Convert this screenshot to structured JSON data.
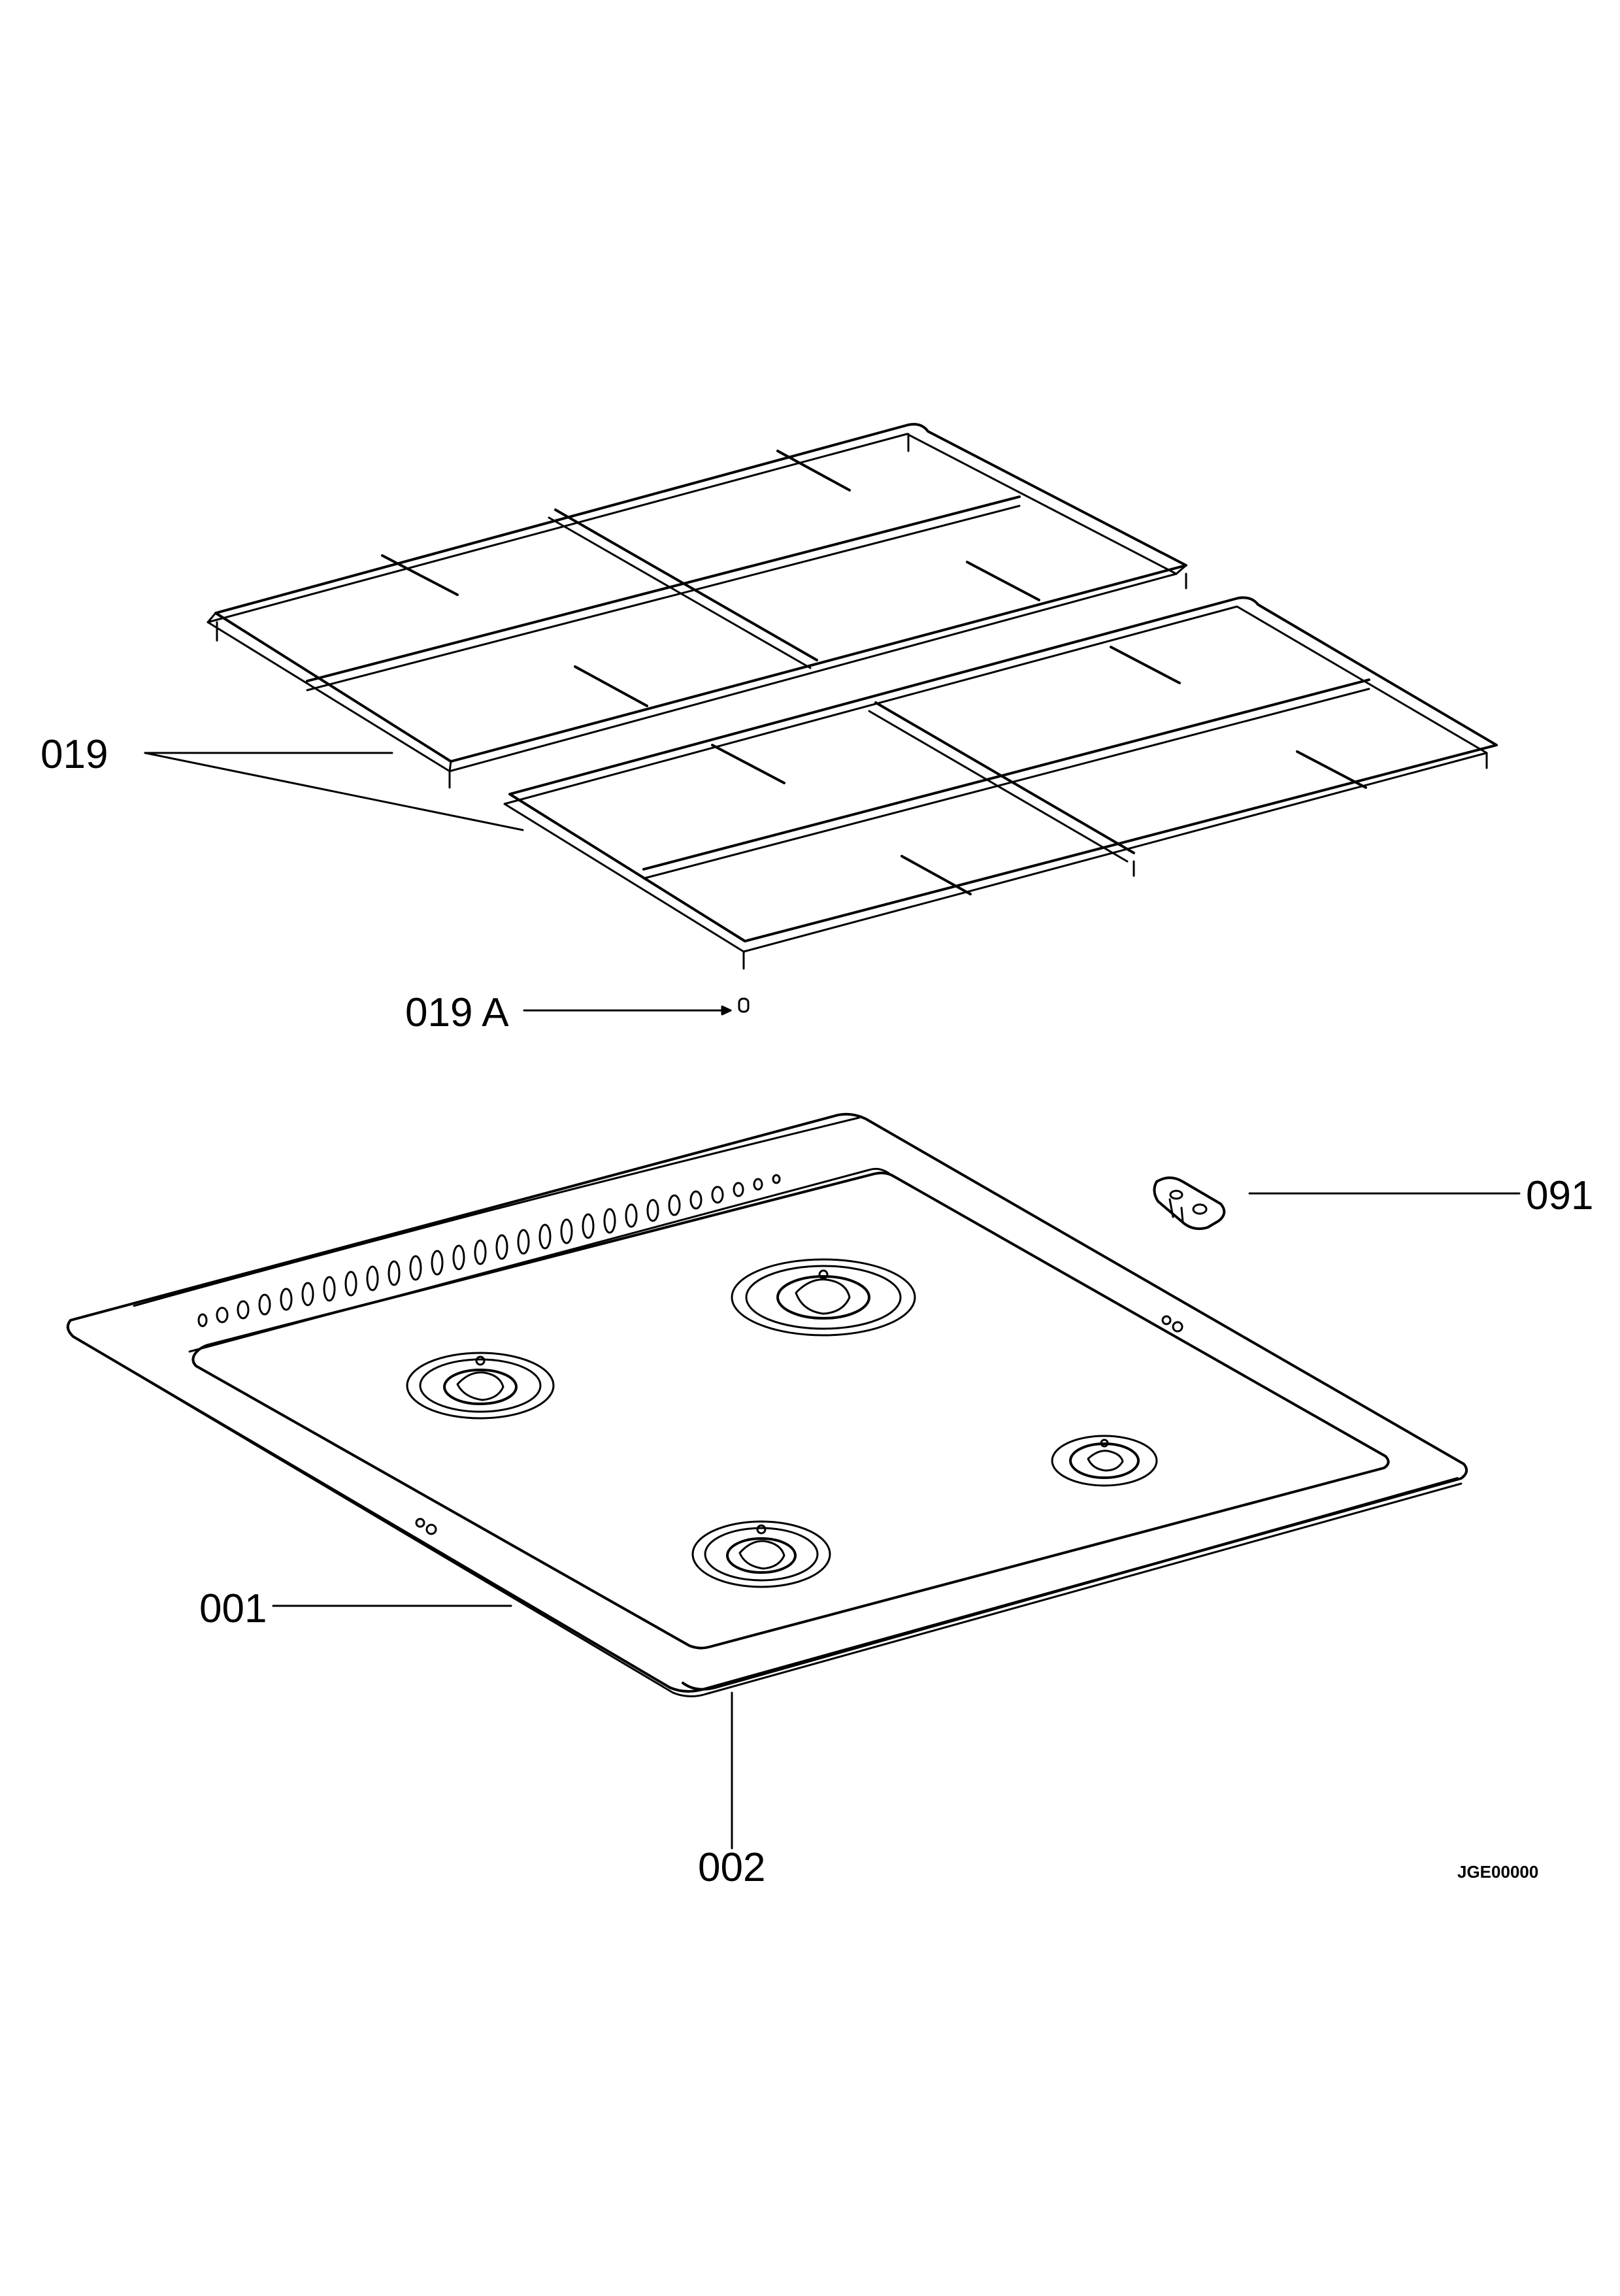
{
  "labels": {
    "pan_supports": "019",
    "support_foot": "019 A",
    "hob_top": "001",
    "hob_seal": "002",
    "clip": "091"
  },
  "drawing_code": "JGE00000"
}
